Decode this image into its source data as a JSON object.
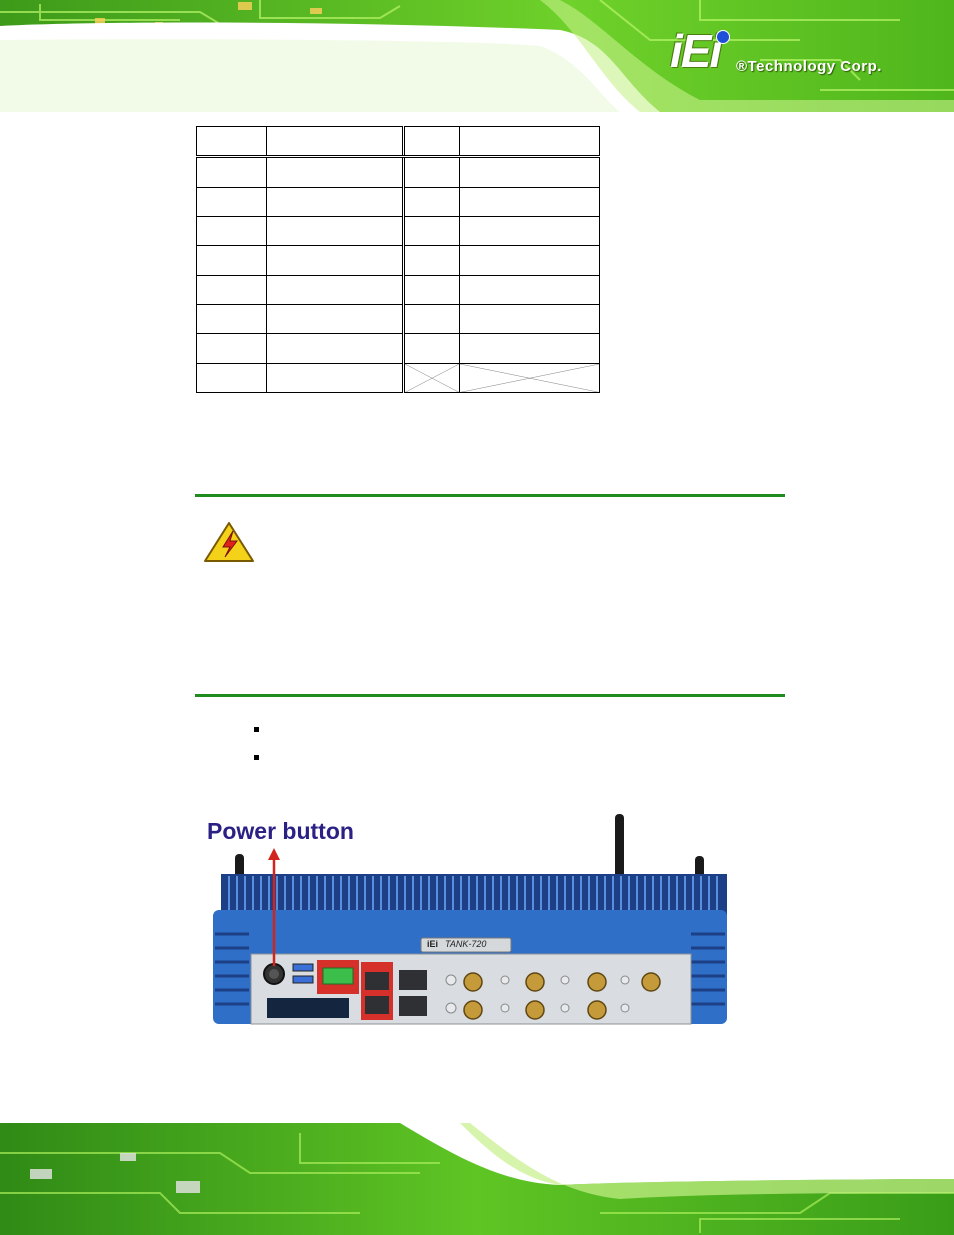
{
  "header": {
    "logo_mark": "iEi",
    "logo_text": "®Technology Corp."
  },
  "pin_table": {
    "rows": 9,
    "columns": 4,
    "crossed_cells": "last row, columns 3-4"
  },
  "photo": {
    "callout_label": "Power button",
    "device_badge": "TANK-720",
    "device_brand": "iEi"
  },
  "colors": {
    "rule_green": "#1e8c1e",
    "callout_blue": "#2b2185",
    "arrow_red": "#d0241c",
    "chassis_blue": "#2f6fc8"
  },
  "icons": {
    "warning": "high-voltage-warning-icon"
  }
}
